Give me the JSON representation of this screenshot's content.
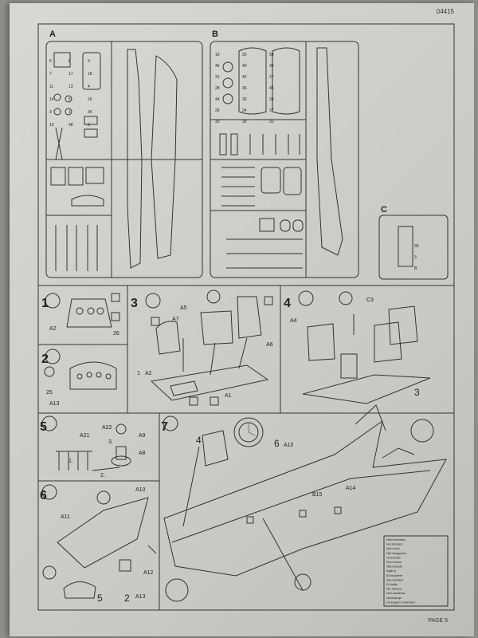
{
  "doc": {
    "code": "04415",
    "page": "PAGE 5"
  },
  "sprues": {
    "a": "A",
    "b": "B",
    "c": "C"
  },
  "sprue_part_numbers": {
    "a": [
      "6",
      "8",
      "9",
      "7",
      "17",
      "18",
      "11",
      "13",
      "4",
      "14",
      "5",
      "16",
      "3",
      "1",
      "34",
      "10",
      "48",
      "2"
    ],
    "b": [
      "19",
      "20",
      "50",
      "46",
      "40",
      "35",
      "31",
      "43",
      "27",
      "28",
      "36",
      "45",
      "44",
      "33",
      "26",
      "29",
      "24",
      "37",
      "30",
      "39",
      "32"
    ],
    "c": [
      "30",
      "3",
      "B"
    ]
  },
  "steps": [
    {
      "num": "1",
      "parts": [
        "A2",
        "26"
      ]
    },
    {
      "num": "2",
      "parts": [
        "25",
        "A13"
      ]
    },
    {
      "num": "3",
      "parts": [
        "A5",
        "A7",
        "A6",
        "A2",
        "A1",
        "1"
      ]
    },
    {
      "num": "4",
      "parts": [
        "A4",
        "C3",
        "3"
      ]
    },
    {
      "num": "5",
      "parts": [
        "A22",
        "A21",
        "A9",
        "A8",
        "1.",
        "2.",
        "3."
      ]
    },
    {
      "num": "6",
      "parts": [
        "A10",
        "A11",
        "A12",
        "A13",
        "5",
        "2"
      ]
    },
    {
      "num": "7",
      "parts": [
        "A10",
        "A14",
        "B15",
        "4",
        "6"
      ]
    }
  ],
  "legend": [
    "Nicht enthalten",
    "Not included",
    "Non fourni",
    "Niet inbegrepen",
    "No incluido",
    "Non incluso",
    "Não incluído",
    "Ingår ej",
    "Ej inkluderet",
    "Ikke inkludert",
    "Ei sisälly",
    "Nie zawiera",
    "Nem tartalmaz",
    "Neobsahuje",
    "Не входит в комплект"
  ]
}
